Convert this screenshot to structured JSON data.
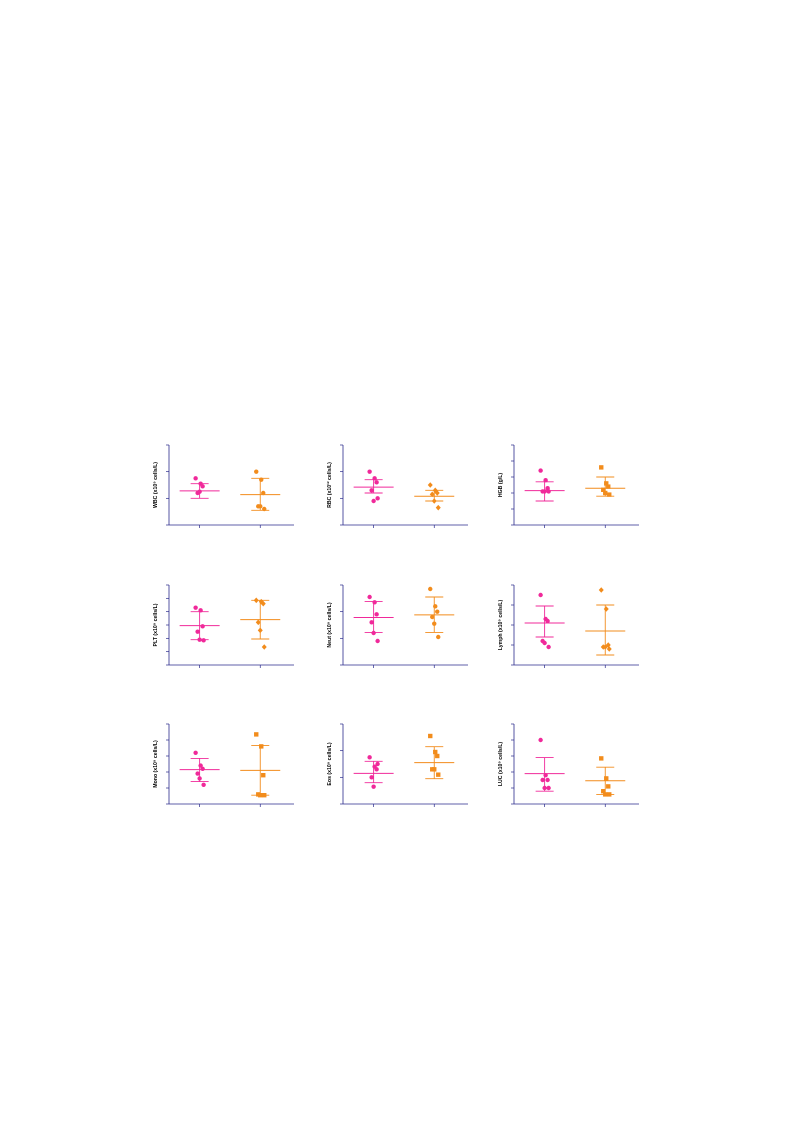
{
  "colors": {
    "group_a": "#f0299a",
    "group_b": "#f28c1c",
    "axis": "#2a2a8c"
  },
  "chart_data": [
    {
      "type": "scatter",
      "ylabel": "WBC (x10⁹ cells/L)",
      "ylim": [
        0,
        3
      ],
      "grid": false,
      "series": [
        {
          "group": "a",
          "marker": "circle",
          "values": [
            1.75,
            1.55,
            1.45,
            1.2,
            1.25
          ],
          "mean": 1.28,
          "err": [
            1.0,
            1.55
          ]
        },
        {
          "group": "b",
          "marker": "circle",
          "values": [
            2.0,
            1.7,
            1.2,
            0.7,
            0.7,
            0.6
          ],
          "mean": 1.14,
          "err": [
            0.55,
            1.75
          ]
        }
      ]
    },
    {
      "type": "scatter",
      "ylabel": "RBC (x10¹² cells/L)",
      "ylim": [
        0,
        3
      ],
      "grid": false,
      "series": [
        {
          "group": "a",
          "marker": "circle",
          "values": [
            2.0,
            1.75,
            1.6,
            1.3,
            0.9,
            1.0
          ],
          "mean": 1.42,
          "err": [
            1.2,
            1.7
          ]
        },
        {
          "group": "b",
          "marker": "diamond",
          "values": [
            1.5,
            1.3,
            1.2,
            1.15,
            0.9,
            0.65
          ],
          "mean": 1.08,
          "err": [
            0.9,
            1.3
          ]
        }
      ]
    },
    {
      "type": "scatter",
      "ylabel": "HGB (g/L)",
      "ylim": [
        0,
        5
      ],
      "grid": false,
      "series": [
        {
          "group": "a",
          "marker": "circle",
          "values": [
            3.4,
            2.8,
            2.3,
            2.1,
            2.1,
            2.1
          ],
          "mean": 2.15,
          "err": [
            1.5,
            2.7
          ]
        },
        {
          "group": "b",
          "marker": "square",
          "values": [
            3.6,
            2.6,
            2.4,
            2.2,
            2.0,
            1.9
          ],
          "mean": 2.3,
          "err": [
            1.8,
            3.0
          ]
        }
      ]
    },
    {
      "type": "scatter",
      "ylabel": "PLT (x10⁹ cells/L)",
      "ylim": [
        0,
        6
      ],
      "grid": false,
      "series": [
        {
          "group": "a",
          "marker": "circle",
          "values": [
            4.3,
            4.1,
            2.9,
            2.5,
            1.9,
            1.85
          ],
          "mean": 2.95,
          "err": [
            1.9,
            4.0
          ]
        },
        {
          "group": "b",
          "marker": "diamond",
          "values": [
            4.85,
            4.75,
            4.6,
            3.2,
            2.6,
            1.35
          ],
          "mean": 3.4,
          "err": [
            1.95,
            4.85
          ]
        }
      ]
    },
    {
      "type": "scatter",
      "ylabel": "Neut (x10⁹ cells/L)",
      "ylim": [
        0,
        3
      ],
      "grid": false,
      "series": [
        {
          "group": "a",
          "marker": "circle",
          "values": [
            2.55,
            2.35,
            1.9,
            1.6,
            1.2,
            0.9
          ],
          "mean": 1.78,
          "err": [
            1.22,
            2.38
          ]
        },
        {
          "group": "b",
          "marker": "circle",
          "values": [
            2.85,
            2.2,
            2.0,
            1.8,
            1.55,
            1.05
          ],
          "mean": 1.88,
          "err": [
            1.22,
            2.55
          ]
        }
      ]
    },
    {
      "type": "scatter",
      "ylabel": "Lymph (x10⁹ cells/L)",
      "ylim": [
        0,
        4
      ],
      "grid": false,
      "series": [
        {
          "group": "a",
          "marker": "circle",
          "values": [
            3.5,
            2.3,
            2.2,
            1.2,
            1.1,
            0.9
          ],
          "mean": 2.1,
          "err": [
            1.4,
            2.95
          ]
        },
        {
          "group": "b",
          "marker": "diamond",
          "values": [
            3.75,
            2.8,
            1.0,
            0.9,
            0.9,
            0.8
          ],
          "mean": 1.7,
          "err": [
            0.5,
            3.0
          ]
        }
      ]
    },
    {
      "type": "scatter",
      "ylabel": "Mono (x10⁹ cells/L)",
      "ylim": [
        0,
        5
      ],
      "grid": false,
      "series": [
        {
          "group": "a",
          "marker": "circle",
          "values": [
            3.2,
            2.4,
            2.2,
            1.9,
            1.6,
            1.2
          ],
          "mean": 2.15,
          "err": [
            1.4,
            2.85
          ]
        },
        {
          "group": "b",
          "marker": "square",
          "values": [
            4.35,
            3.6,
            1.8,
            0.6,
            0.55,
            0.55
          ],
          "mean": 2.1,
          "err": [
            0.55,
            3.65
          ]
        }
      ]
    },
    {
      "type": "scatter",
      "ylabel": "Eos (x10⁹ cells/L)",
      "ylim": [
        0,
        3
      ],
      "grid": false,
      "series": [
        {
          "group": "a",
          "marker": "circle",
          "values": [
            1.75,
            1.4,
            1.3,
            1.0,
            0.65,
            1.5
          ],
          "mean": 1.15,
          "err": [
            0.8,
            1.6
          ]
        },
        {
          "group": "b",
          "marker": "square",
          "values": [
            2.55,
            1.95,
            1.8,
            1.3,
            1.3,
            1.1
          ],
          "mean": 1.55,
          "err": [
            0.95,
            2.15
          ]
        }
      ]
    },
    {
      "type": "scatter",
      "ylabel": "LUC (x10⁹ cells/L)",
      "ylim": [
        0,
        5
      ],
      "grid": false,
      "series": [
        {
          "group": "a",
          "marker": "circle",
          "values": [
            4.0,
            1.8,
            1.5,
            1.5,
            1.0,
            1.0
          ],
          "mean": 1.9,
          "err": [
            0.8,
            2.9
          ]
        },
        {
          "group": "b",
          "marker": "square",
          "values": [
            2.85,
            1.6,
            1.1,
            0.8,
            0.6,
            0.6
          ],
          "mean": 1.45,
          "err": [
            0.6,
            2.3
          ]
        }
      ]
    }
  ]
}
